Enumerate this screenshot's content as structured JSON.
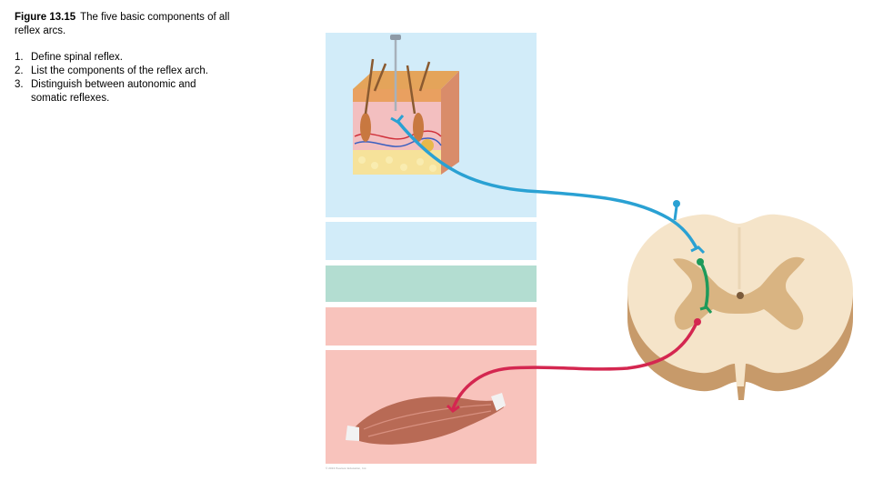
{
  "caption": {
    "figure_label": "Figure 13.15",
    "text": "The five basic components of all reflex arcs."
  },
  "objectives": [
    {
      "num": "1.",
      "text": "Define spinal reflex."
    },
    {
      "num": "2.",
      "text": "List the components of the reflex arch."
    },
    {
      "num": "3.",
      "text": "Distinguish between autonomic and somatic reflexes."
    }
  ],
  "credit": "© 2013 Pearson Education, Inc.",
  "colors": {
    "sensory_neuron": "#2aa1d3",
    "interneuron": "#1e9a5a",
    "motor_neuron": "#d42750",
    "panel_blue": "#d2ecf9",
    "panel_green": "#b3ddd1",
    "panel_pink": "#f8c3bc"
  }
}
